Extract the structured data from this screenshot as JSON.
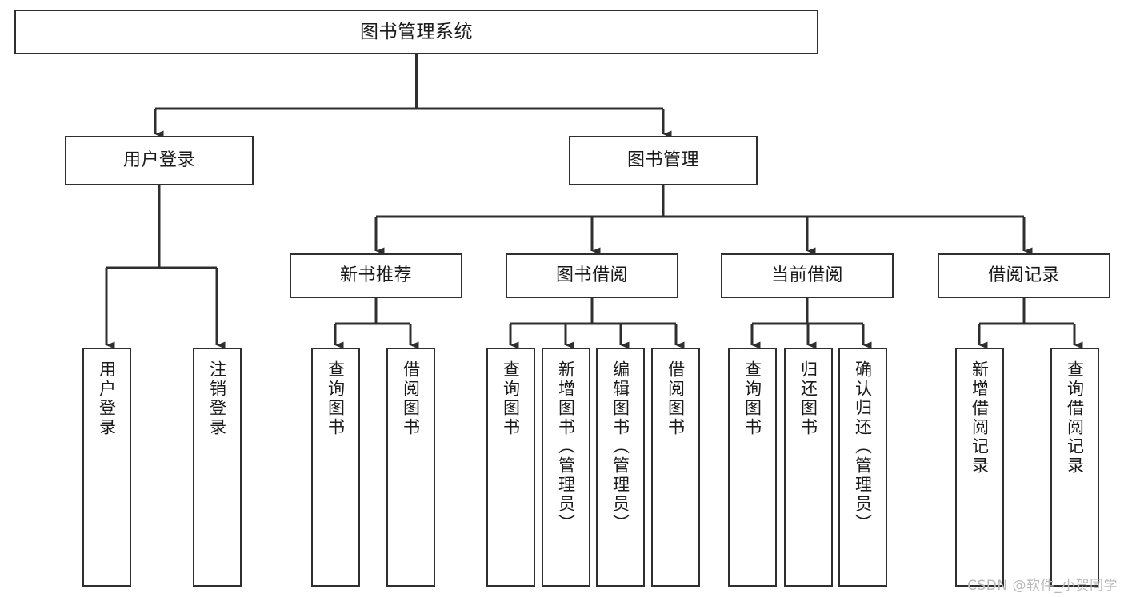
{
  "diagram": {
    "title": "图书管理系统",
    "type": "tree-hierarchy-chart",
    "orientation": "top-down",
    "colors": {
      "stroke": "#2f2f2f",
      "fill": "#ffffff",
      "text": "#1a1a1a",
      "watermark": "#b9b9b9"
    }
  },
  "watermark": {
    "text": "CSDN @软件_小贺同学"
  },
  "nodes": {
    "root": {
      "label": "图书管理系统"
    },
    "level2": [
      {
        "label": "用户登录"
      },
      {
        "label": "图书管理"
      }
    ],
    "level3": [
      {
        "label": "新书推荐"
      },
      {
        "label": "图书借阅"
      },
      {
        "label": "当前借阅"
      },
      {
        "label": "借阅记录"
      }
    ],
    "leaves": {
      "user_login": [
        {
          "label": "用户登录"
        },
        {
          "label": "注销登录"
        }
      ],
      "new_book_recommend": [
        {
          "label": "查询图书"
        },
        {
          "label": "借阅图书"
        }
      ],
      "book_borrow": [
        {
          "label": "查询图书"
        },
        {
          "label": "新增图书（管理员）"
        },
        {
          "label": "编辑图书（管理员）"
        },
        {
          "label": "借阅图书"
        }
      ],
      "current_borrow": [
        {
          "label": "查询图书"
        },
        {
          "label": "归还图书"
        },
        {
          "label": "确认归还（管理员）"
        }
      ],
      "borrow_record": [
        {
          "label": "新增借阅记录"
        },
        {
          "label": "查询借阅记录"
        }
      ]
    }
  }
}
